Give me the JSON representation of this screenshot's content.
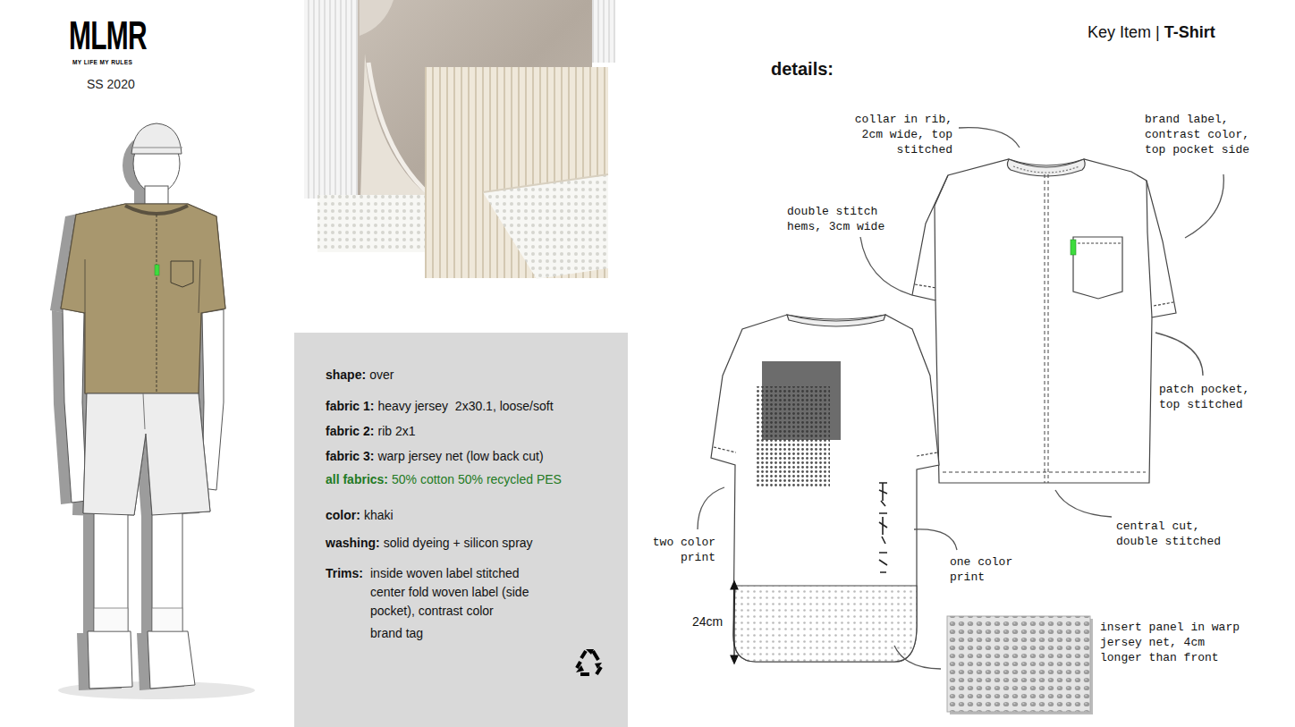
{
  "diagram": {
    "nodes": [
      {
        "text": [
          "shape:",
          "over",
          "fabric 1:",
          "heavy jersey  2x30.1, loose/soft",
          "fabric 2:",
          "rib 2x1",
          "fabric 3:",
          "warp jersey net (low back cut)",
          "all fabrics:",
          "50% cotton 50% recycled PES",
          "color:",
          "khaki",
          "washing:",
          "solid dyeing + silicon spray",
          "Trims:",
          "inside woven label stitched",
          "center fold woven label (side pocket), contrast color",
          "brand tag"
        ]
      }
    ],
    "labels": [
      "MLMR",
      "MY LIFE MY RULES",
      "SS 2020",
      "Key Item |",
      "T-Shirt",
      "details:",
      "collar in rib, 2cm wide, top stitched",
      "brand label, contrast color, top pocket side",
      "double stitch hems, 3cm wide",
      "patch pocket, top stitched",
      "central cut, double stitched",
      "two color print",
      "one color print",
      "24cm",
      "insert panel in warp jersey net, 4cm longer than front"
    ]
  }
}
